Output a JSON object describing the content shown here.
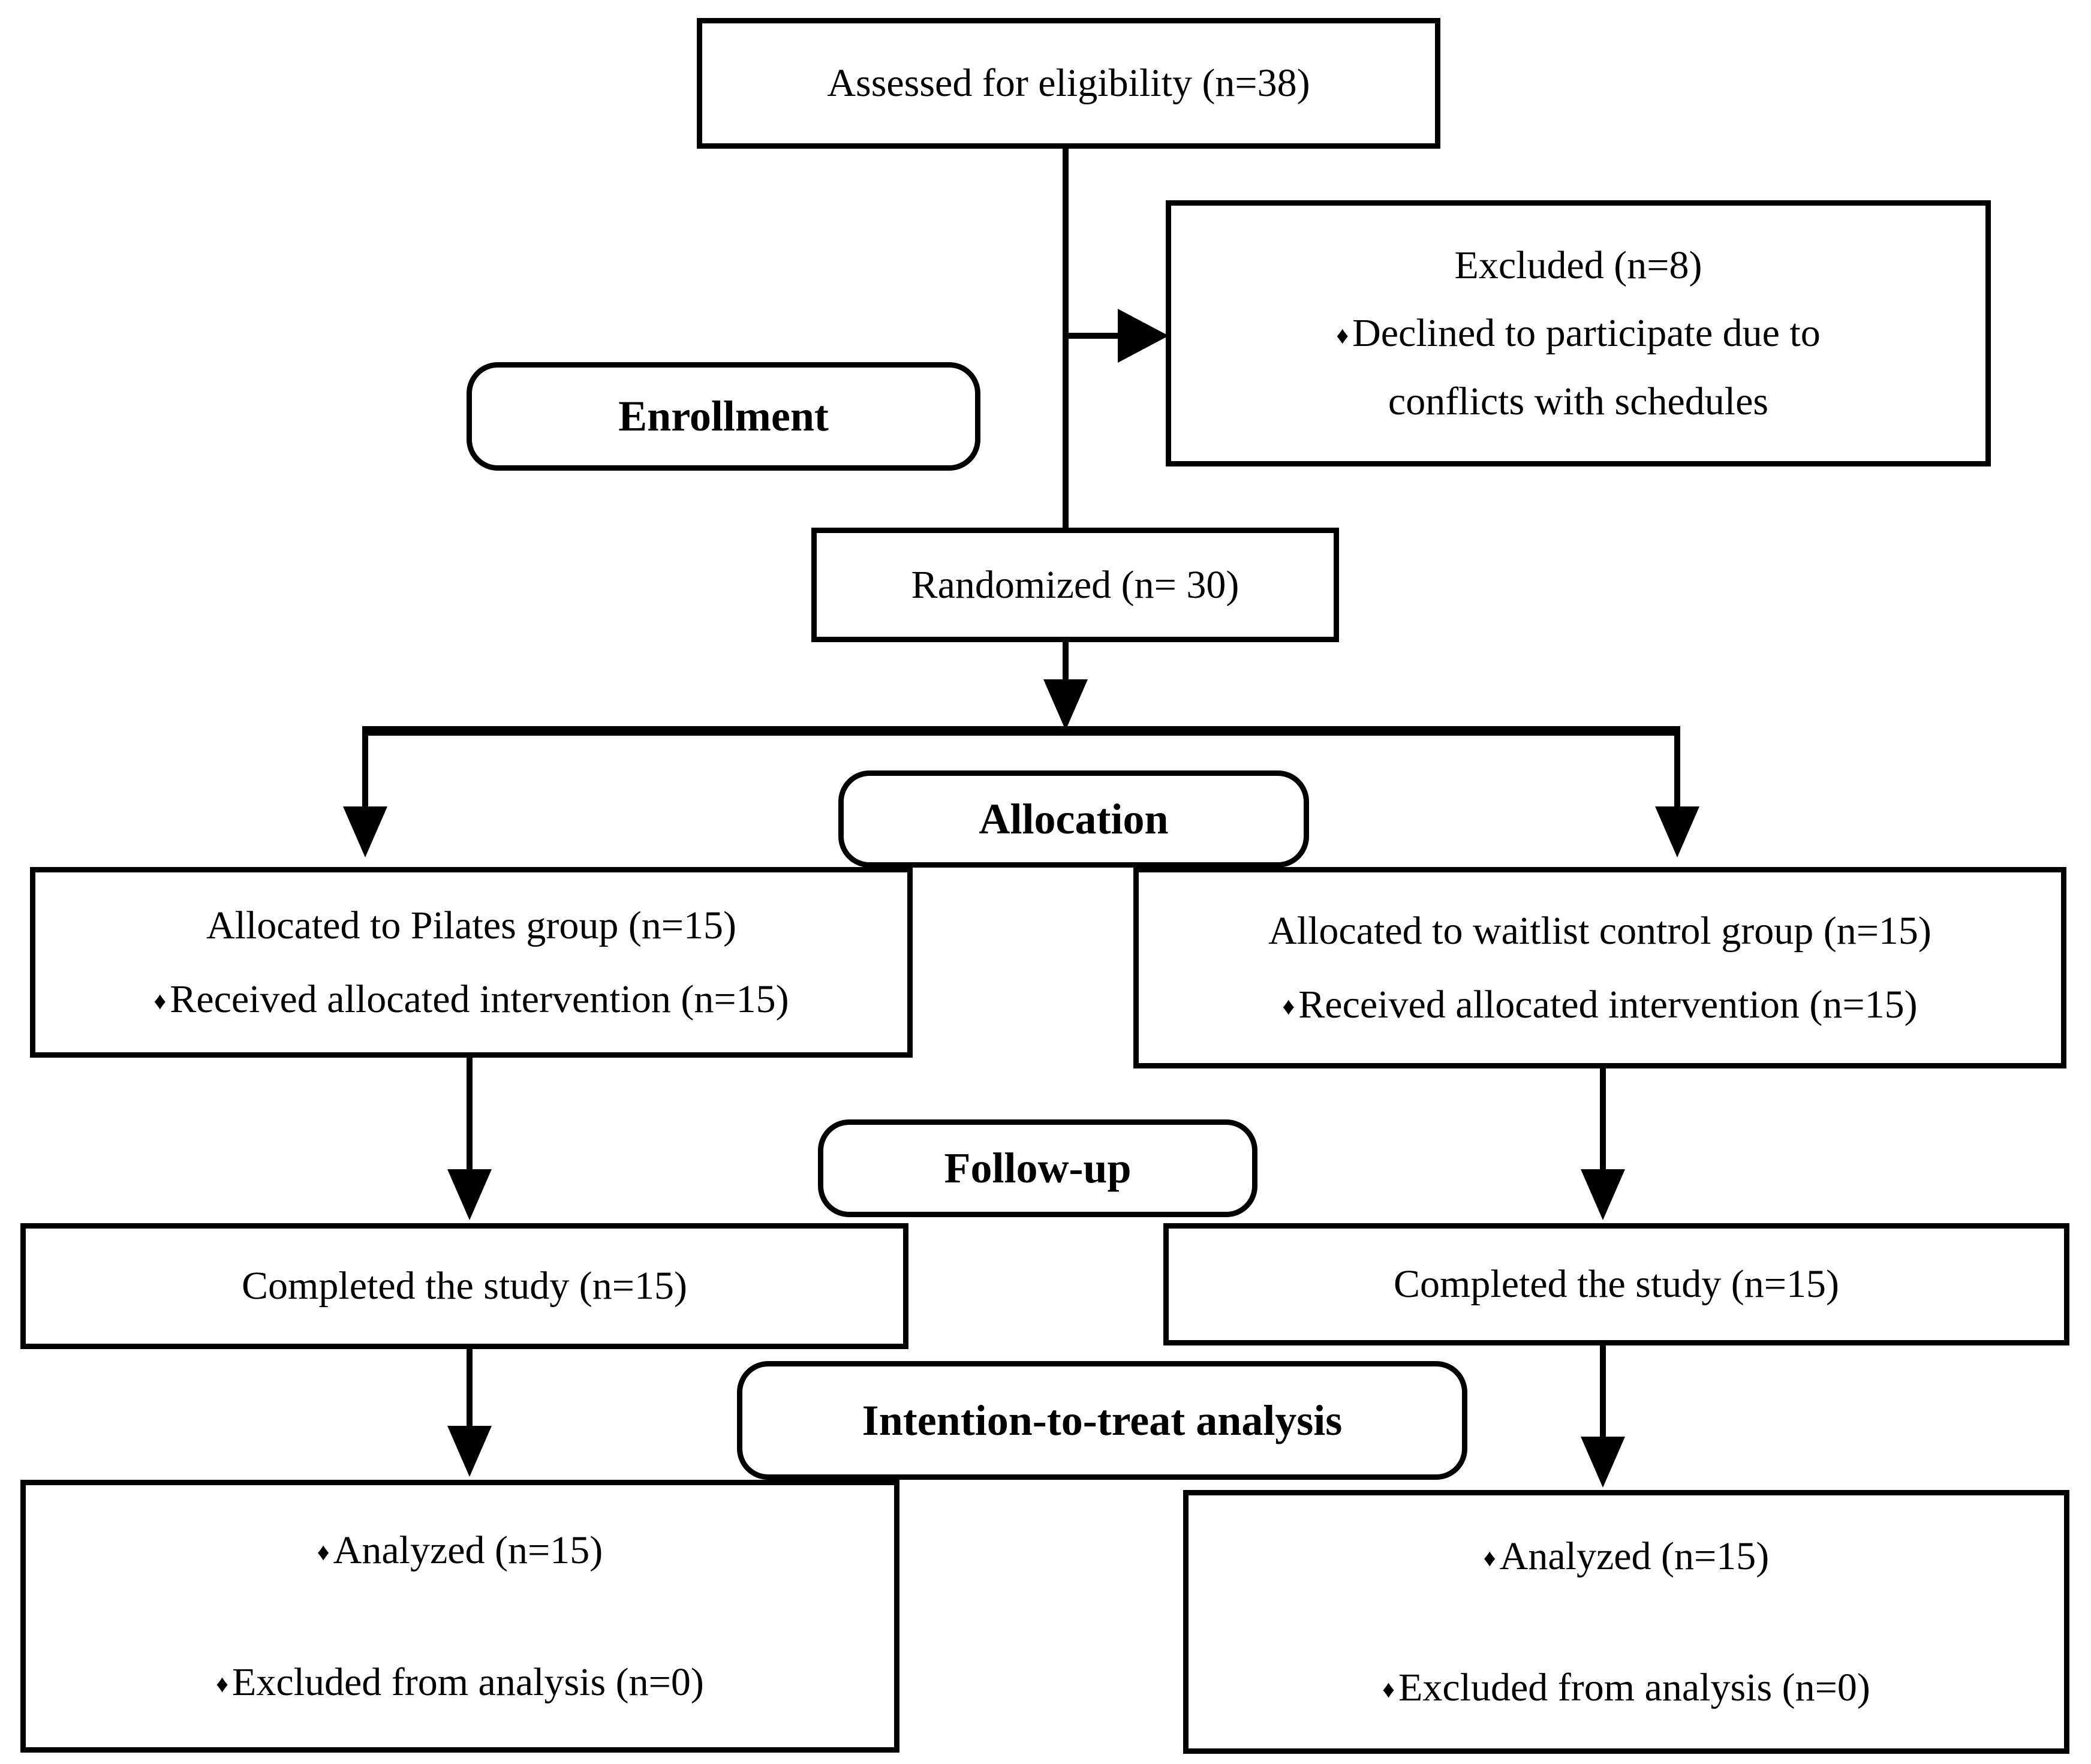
{
  "bullet_glyph": "♦",
  "colors": {
    "ink": "#000000",
    "paper": "#ffffff"
  },
  "stage_labels": {
    "enrollment": "Enrollment",
    "allocation": "Allocation",
    "followup": "Follow-up",
    "itt": "Intention-to-treat analysis"
  },
  "boxes": {
    "assessed": {
      "text": "Assessed for eligibility (n=38)"
    },
    "excluded": {
      "title": "Excluded (n=8)",
      "bullet_line1": "Declined to participate due to",
      "bullet_line2": "conflicts with schedules"
    },
    "randomized": {
      "text": "Randomized (n= 30)"
    },
    "allocated_pilates": {
      "title": "Allocated to Pilates group (n=15)",
      "bullet": "Received allocated intervention (n=15)"
    },
    "allocated_waitlist": {
      "title": "Allocated to waitlist control group (n=15)",
      "bullet": "Received allocated intervention (n=15)"
    },
    "completed_left": {
      "text": "Completed the study (n=15)"
    },
    "completed_right": {
      "text": "Completed the study (n=15)"
    },
    "analyzed_left": {
      "bullet1": "Analyzed (n=15)",
      "bullet2": "Excluded from analysis (n=0)"
    },
    "analyzed_right": {
      "bullet1": "Analyzed (n=15)",
      "bullet2": "Excluded from analysis (n=0)"
    }
  }
}
